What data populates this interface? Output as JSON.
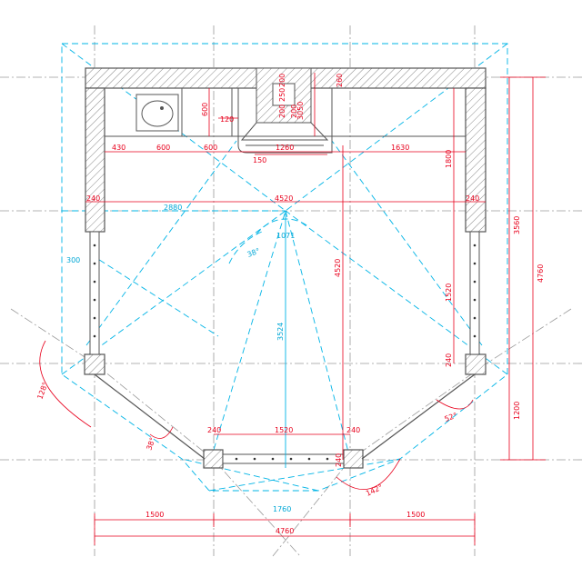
{
  "colors": {
    "wall": "#555555",
    "hatch": "#8a8a8a",
    "dimension": "#e8001c",
    "construction": "#00b4e6",
    "grid": "#9a9a9a"
  },
  "icons": [
    "washbasin-icon",
    "chimney-icon"
  ],
  "dimensions": {
    "top_width": "4520",
    "left_wall": "240",
    "right_wall": "240",
    "inner_2880": "2880",
    "d430": "430",
    "d600a": "600",
    "d600b": "600",
    "d1260": "1260",
    "d1630": "1630",
    "d120": "120",
    "d150": "150",
    "basin_600": "600",
    "chimney_200a": "200",
    "chimney_250": "250",
    "chimney_200b": "200",
    "chimney_200c": "200",
    "chimney_3050": "3050",
    "chimney_260": "260",
    "d1800": "1800",
    "d1520_vert": "1520",
    "d4520_vert": "4520",
    "d3524": "3524",
    "d1071": "1071",
    "left_300": "300",
    "d240_lower_right": "240",
    "d240_bottom_left": "240",
    "d1520_bottom": "1520",
    "d240_bottom_right": "240",
    "d240_door": "240",
    "d1760": "1760",
    "d1500_left": "1500",
    "d1500_right": "1500",
    "d4760_bottom": "4760",
    "right_3560": "3560",
    "right_4760": "4760",
    "right_1200": "1200"
  },
  "angles": {
    "a38_top": "38°",
    "a128": "128°",
    "a38_bottom": "38°",
    "a52": "52°",
    "a142": "142°"
  }
}
